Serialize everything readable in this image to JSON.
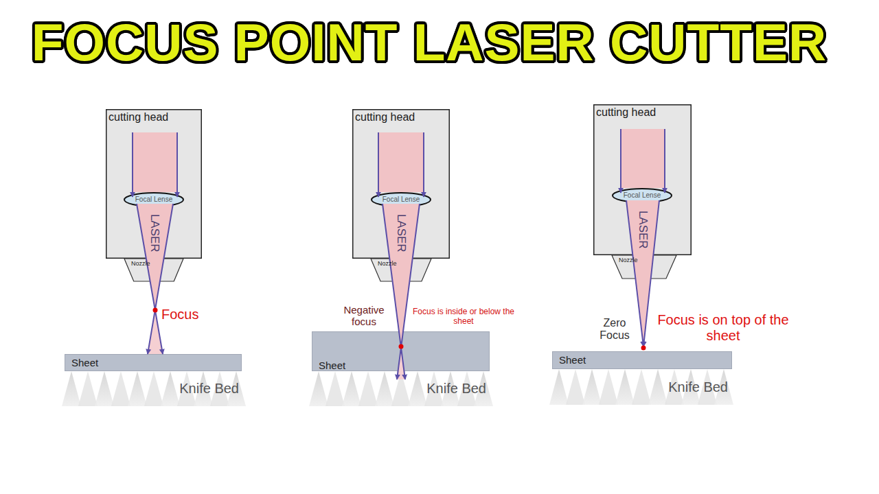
{
  "diagram": {
    "title": "FOCUS POINT LASER CUTTER",
    "nodes": [
      {
        "text": [
          "cutting head"
        ]
      },
      {
        "text": [
          "Focal Lense"
        ],
        "in": 0
      },
      {
        "text": [
          "Nozzle"
        ]
      },
      {
        "text": [
          "Sheet"
        ]
      },
      {
        "text": [
          "Knife Bed"
        ]
      },
      {
        "text": [
          "cutting head"
        ]
      },
      {
        "text": [
          "Focal Lense"
        ],
        "in": 5
      },
      {
        "text": [
          "Nozzle"
        ]
      },
      {
        "text": [
          "Sheet"
        ]
      },
      {
        "text": [
          "Knife Bed"
        ]
      },
      {
        "text": [
          "cutting head"
        ]
      },
      {
        "text": [
          "Focal Lense"
        ],
        "in": 10
      },
      {
        "text": [
          "Nozzle"
        ]
      },
      {
        "text": [
          "Sheet"
        ]
      },
      {
        "text": [
          "Knife Bed"
        ]
      }
    ],
    "labels": [
      "LASER",
      "Focus",
      "LASER",
      "Negative focus",
      "Focus is inside or below the sheet",
      "LASER",
      "Zero Focus",
      "Focus is on top of the sheet"
    ]
  }
}
